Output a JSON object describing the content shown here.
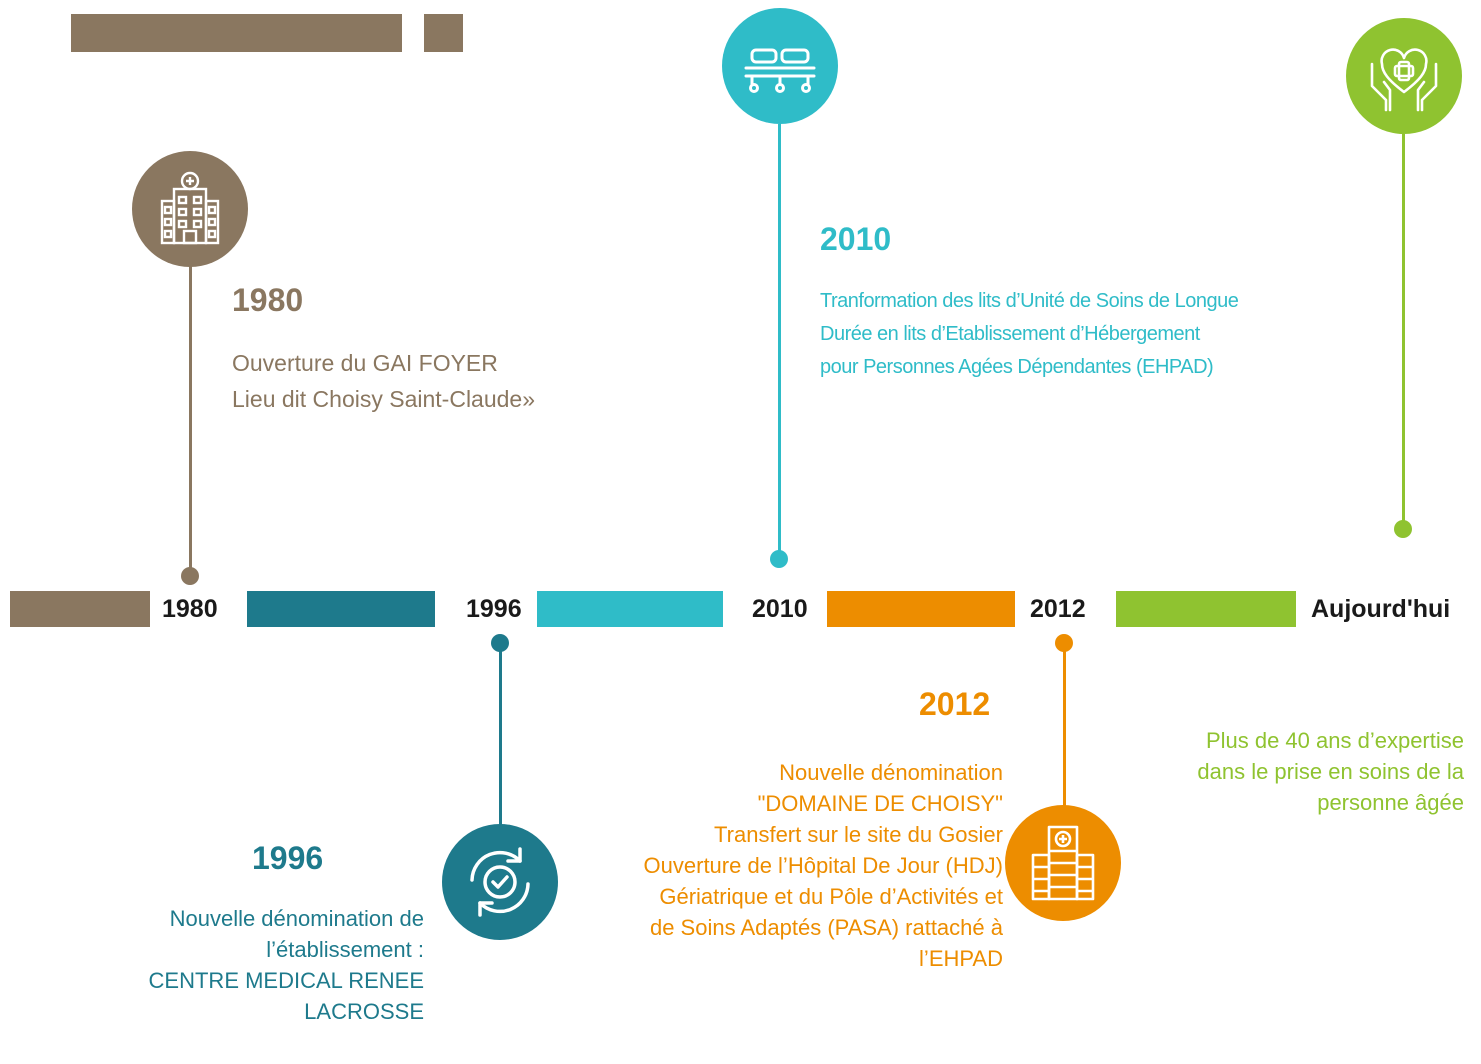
{
  "colors": {
    "brown": "#8a7760",
    "teal_dark": "#1e7a8c",
    "teal_light": "#2fbcc8",
    "orange": "#ed8d00",
    "green": "#8fc330"
  },
  "axis": {
    "labels": [
      "1980",
      "1996",
      "2010",
      "2012",
      "Aujourd'hui"
    ]
  },
  "events": {
    "e1980": {
      "year": "1980",
      "lines": [
        "Ouverture du GAI FOYER",
        "Lieu dit Choisy Saint-Claude»"
      ],
      "icon": "hospital-building-icon"
    },
    "e1996": {
      "year": "1996",
      "lines": [
        "Nouvelle dénomination de",
        "l’établissement :",
        "CENTRE MEDICAL RENEE",
        "LACROSSE"
      ],
      "icon": "refresh-check-icon"
    },
    "e2010": {
      "year": "2010",
      "lines": [
        "Tranformation des lits d’Unité de Soins de Longue",
        "Durée en lits d’Etablissement d’Hébergement",
        "pour Personnes Agées Dépendantes (EHPAD)"
      ],
      "icon": "hospital-bed-icon"
    },
    "e2012": {
      "year": "2012",
      "lines": [
        "Nouvelle dénomination",
        "\"DOMAINE DE CHOISY\"",
        "Transfert sur le site du Gosier",
        "Ouverture de l’Hôpital De Jour (HDJ)",
        "Gériatrique et du Pôle d’Activités et",
        "de Soins Adaptés (PASA) rattaché à",
        "l’EHPAD"
      ],
      "icon": "medical-cabinet-icon"
    },
    "today": {
      "lines": [
        "Plus de 40 ans d’expertise",
        "dans le prise en soins de la",
        "personne âgée"
      ],
      "icon": "caring-hands-heart-icon"
    }
  }
}
